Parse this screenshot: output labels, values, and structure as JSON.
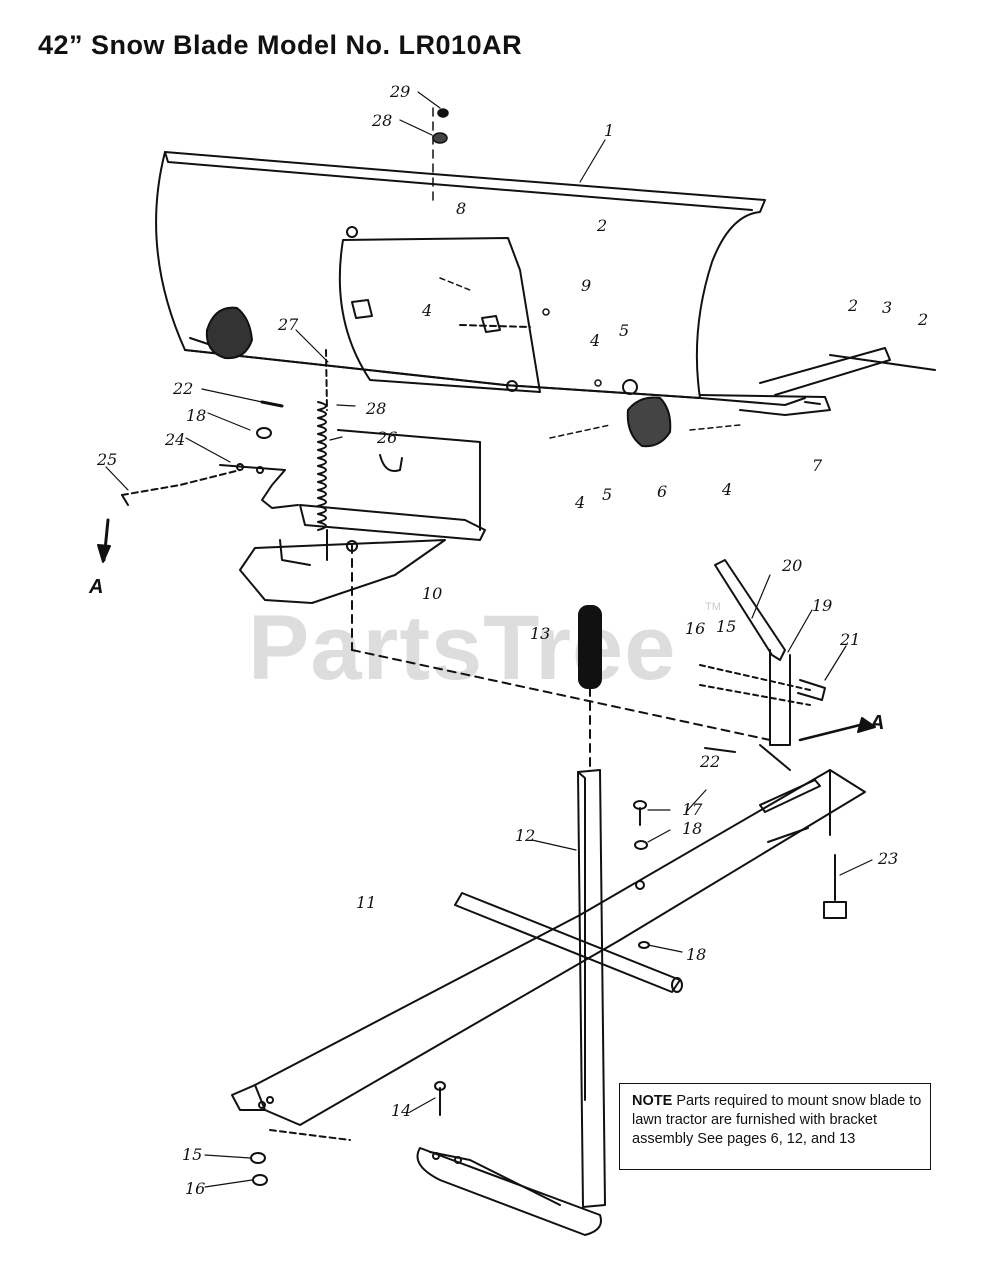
{
  "title": "42” Snow Blade Model No. LR010AR",
  "watermark": "PartsTree",
  "watermark_tm": "TM",
  "note": {
    "heading": "NOTE",
    "text": "Parts required to mount snow blade to lawn tractor are furnished with bracket assembly  See pages 6, 12, and 13"
  },
  "callouts": {
    "c29": "29",
    "c28a": "28",
    "c1": "1",
    "c8": "8",
    "c2a": "2",
    "c9": "9",
    "c4a": "4",
    "c4b": "4",
    "c5a": "5",
    "c2b": "2",
    "c3": "3",
    "c2c": "2",
    "c27": "27",
    "c22a": "22",
    "c28b": "28",
    "c18a": "18",
    "c26": "26",
    "c24": "24",
    "c25": "25",
    "c7": "7",
    "c4c": "4",
    "c5b": "5",
    "c6": "6",
    "c4d": "4",
    "c10": "10",
    "c13": "13",
    "c20": "20",
    "c19": "19",
    "c16a": "16",
    "c15a": "15",
    "c21": "21",
    "c22b": "22",
    "c17": "17",
    "c18b": "18",
    "c12": "12",
    "c23": "23",
    "c11": "11",
    "c18c": "18",
    "c14": "14",
    "c15b": "15",
    "c16b": "16"
  },
  "letters": {
    "a_left": "A",
    "a_right": "A"
  }
}
